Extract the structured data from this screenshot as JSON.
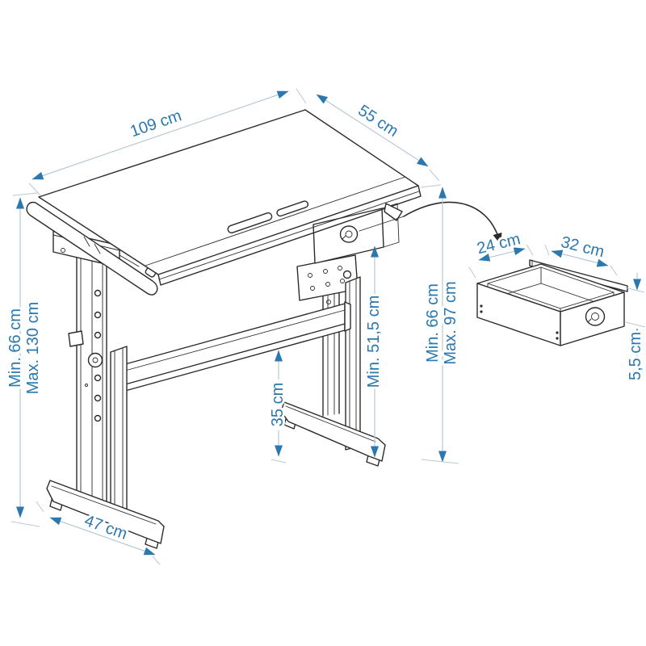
{
  "diagram_title": "desk dimension drawing",
  "dimensions": {
    "desktop_width": "109 cm",
    "desktop_depth": "55 cm",
    "overall_height_min": "Min. 66 cm",
    "overall_height_max": "Max. 130 cm",
    "worktop_height_min": "Min. 66 cm",
    "worktop_height_max": "Max. 97 cm",
    "under_desk_clearance": "Min. 51,5 cm",
    "crossbar_floor_gap": "35 cm",
    "foot_length": "47 cm",
    "drawer_depth": "24 cm",
    "drawer_width": "32 cm",
    "drawer_height": "5,5 cm"
  },
  "colors": {
    "annotation_text": "#2b78ae",
    "arrowhead": "#2b78ae",
    "dimension_line": "#b7c9d6",
    "artwork_line": "#2b2b2b",
    "background": "#ffffff"
  }
}
